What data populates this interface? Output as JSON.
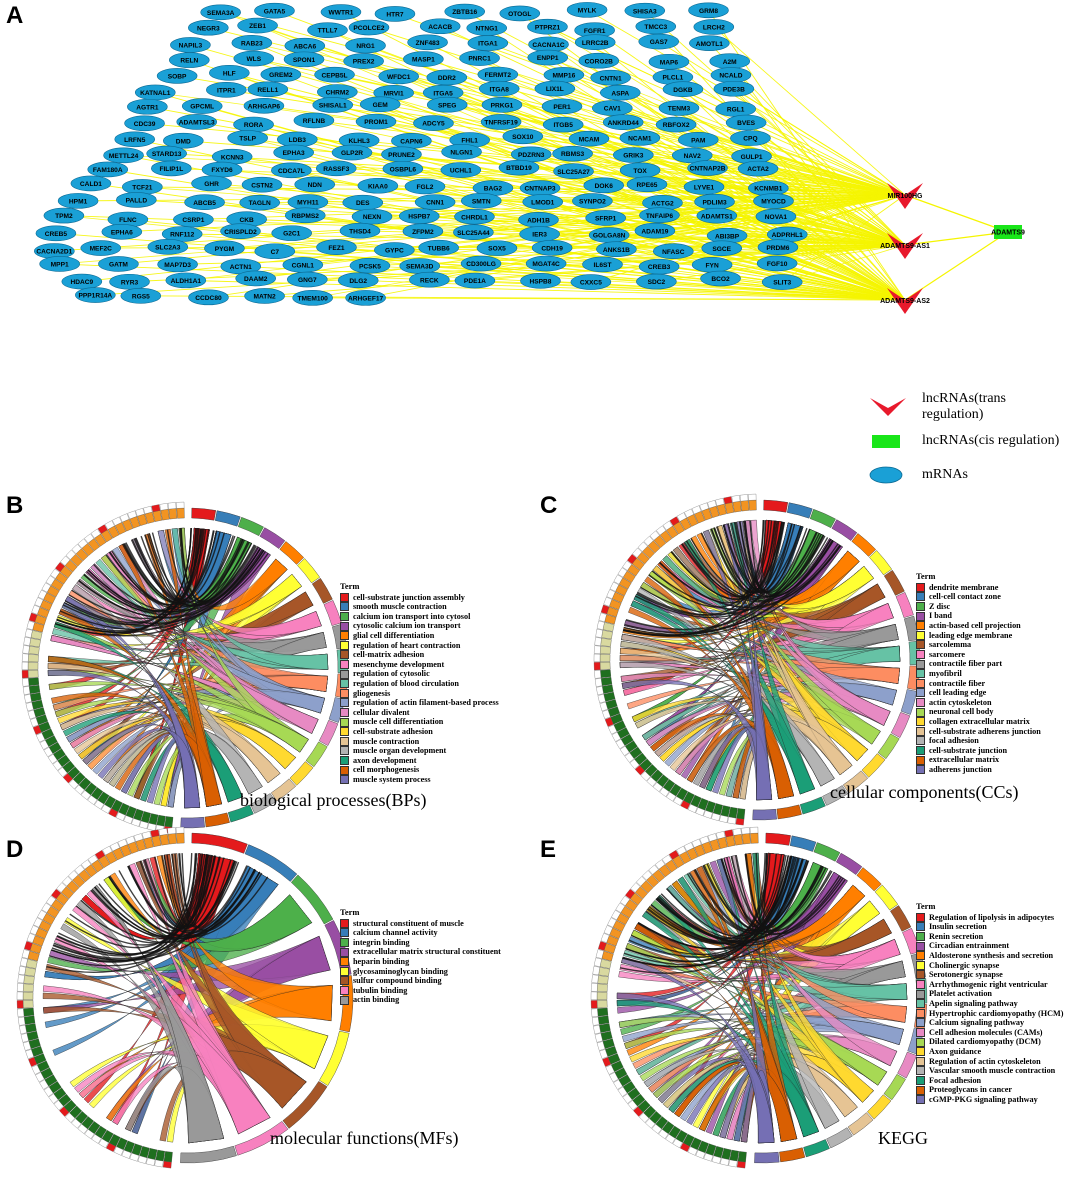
{
  "panel_a": {
    "letter": "A",
    "lncrnas": [
      {
        "label": "MIR100HG",
        "type": "trans"
      },
      {
        "label": "ADAMTS9-AS1",
        "type": "trans"
      },
      {
        "label": "ADAMTS9-AS2",
        "type": "trans"
      },
      {
        "label": "ADAMTS9",
        "type": "cis-target"
      }
    ],
    "mrnas": [
      "SEMA3A",
      "GATA5",
      "WWTR1",
      "HTR7",
      "ZBTB16",
      "OTOGL",
      "MYLK",
      "SHISA3",
      "GRM8",
      "NEGR3",
      "ZEB1",
      "TTLL7",
      "PCOLCE2",
      "ACACB",
      "NTNG1",
      "PTPRZ1",
      "FGFR1",
      "TMCC3",
      "LRCH2",
      "NAPIL3",
      "RAB23",
      "ABCA6",
      "NRG1",
      "ZNF483",
      "ITGA1",
      "CACNA1C",
      "LRRC2B",
      "GAS7",
      "AMOTL1",
      "RELN",
      "WLS",
      "SPON1",
      "PREX2",
      "MASP1",
      "PNRC1",
      "ENPP1",
      "CORO2B",
      "MAP6",
      "A2M",
      "SOBP",
      "HLF",
      "GREM2",
      "CEPB5L",
      "WFDC1",
      "DDR2",
      "FERMT2",
      "MMP16",
      "CNTN1",
      "PLCL1",
      "NCALD",
      "KATNAL1",
      "ITPR1",
      "RELL1",
      "CHRM2",
      "MRVI1",
      "ITGA5",
      "ITGA8",
      "LIX1L",
      "ASPA",
      "DGKB",
      "PDE3B",
      "AGTR1",
      "GPCML",
      "ARHGAP6",
      "SHISAL1",
      "GEM",
      "SPEG",
      "PRKG1",
      "PER1",
      "CAV1",
      "TENM3",
      "RGL1",
      "CDC39",
      "ADAMTSL3",
      "RORA",
      "RFLNB",
      "PROM1",
      "ADCY5",
      "TNFRSF19",
      "ITGB5",
      "ANKRD44",
      "RBFOX2",
      "BVES",
      "LRFN5",
      "DMD",
      "TSLP",
      "LDB3",
      "KLHL3",
      "CAPN6",
      "FHL1",
      "SOX10",
      "MCAM",
      "NCAM1",
      "PAM",
      "CPQ",
      "METTL24",
      "STARD13",
      "KCNN3",
      "EPHA3",
      "GLP2R",
      "PRUNE2",
      "NLGN1",
      "PDZRN3",
      "RBMS3",
      "GRIK3",
      "NAV2",
      "GULP1",
      "FAM180A",
      "FILIP1L",
      "FXYD6",
      "CDCA7L",
      "RASSF3",
      "OSBPL6",
      "UCHL1",
      "BTBD19",
      "SLC25A27",
      "TOX",
      "CNTNAP2B",
      "ACTA2",
      "CALD1",
      "TCF21",
      "GHR",
      "CSTN2",
      "NDN",
      "KIAA0",
      "FGL2",
      "BAG2",
      "CNTNAP3",
      "DOK6",
      "RPE65",
      "LYVE1",
      "KCNMB1",
      "HPM1",
      "PALLD",
      "ABCB5",
      "TAGLN",
      "MYH11",
      "DES",
      "CNN1",
      "SMTN",
      "LMOD1",
      "SYNPO2",
      "ACTG2",
      "PDLIM3",
      "MYOCD",
      "TPM2",
      "FLNC",
      "CSRP1",
      "CKB",
      "RBPMS2",
      "NEXN",
      "HSPB7",
      "CHRDL1",
      "ADH1B",
      "SFRP1",
      "TNFAIP6",
      "ADAMTS1",
      "NOVA1",
      "CREB5",
      "EPHA6",
      "RNF112",
      "CRISPLD2",
      "G2C1",
      "THSD4",
      "ZFPM2",
      "SLC25A44",
      "IER3",
      "GOLGA8N",
      "ADAM19",
      "ABI3BP",
      "ADPRHL1",
      "CACNA2D1",
      "MEF2C",
      "SLC2A3",
      "PYGM",
      "C7",
      "FEZ1",
      "GYPC",
      "TUBB6",
      "SOX5",
      "CDH19",
      "ANKS1B",
      "NFASC",
      "SGCE",
      "PRDM6",
      "MPP1",
      "GATM",
      "MAP7D3",
      "ACTN1",
      "CGNL1",
      "PCSK5",
      "SEMA3D",
      "CD300LG",
      "MGAT4C",
      "IL6ST",
      "CREB3",
      "FYN",
      "FGF10",
      "HDAC9",
      "RYR3",
      "ALDH1A1",
      "DAAM2",
      "GNG7",
      "DLG2",
      "RECK",
      "PDE1A",
      "HSPB8",
      "CXXC5",
      "SDC2",
      "BCO2",
      "SLIT3",
      "PPP1R14A",
      "RGS5",
      "CCDC80",
      "MATN2",
      "TMEM100",
      "ARHGEF17"
    ],
    "legend": [
      {
        "label": "lncRNAs(trans regulation)",
        "symbol": "red-chevron",
        "color": "#e8192c"
      },
      {
        "label": "lncRNAs(cis regulation)",
        "symbol": "green-rect",
        "color": "#19e619"
      },
      {
        "label": "mRNAs",
        "symbol": "blue-ellipse",
        "color": "#1aa0d6"
      }
    ]
  },
  "panels": [
    {
      "letter": "B",
      "caption": "biological processes(BPs)",
      "term_title": "Term",
      "terms": [
        "cell-substrate junction assembly",
        "smooth muscle contraction",
        "calcium ion transport into cytosol",
        "cytosolic calcium ion transport",
        "glial cell differentiation",
        "regulation of heart contraction",
        "cell-matrix adhesion",
        "mesenchyme development",
        "regulation of cytosolic",
        "regulation of blood circulation",
        "gliogenesis",
        "regulation of actin filament-based process",
        "cellular divalent",
        "muscle cell differentiation",
        "cell-substrate adhesion",
        "muscle contraction",
        "muscle organ development",
        "axon development",
        "cell morphogenesis",
        "muscle system process"
      ]
    },
    {
      "letter": "C",
      "caption": "cellular components(CCs)",
      "term_title": "Term",
      "terms": [
        "dendrite membrane",
        "cell-cell contact zone",
        "Z disc",
        "I band",
        "actin-based cell projection",
        "leading edge membrane",
        "sarcolemma",
        "sarcomere",
        "contractile fiber part",
        "myofibril",
        "contractile fiber",
        "cell leading edge",
        "actin cytoskeleton",
        "neuronal cell body",
        "collagen extracellular matrix",
        "cell-substrate adherens junction",
        "focal adhesion",
        "cell-substrate junction",
        "extracellular matrix",
        "adherens junction"
      ]
    },
    {
      "letter": "D",
      "caption": "molecular functions(MFs)",
      "term_title": "Term",
      "terms": [
        "structural constituent of muscle",
        "calcium channel activity",
        "integrin binding",
        "extracellular matrix structural constituent",
        "heparin binding",
        "glycosaminoglycan binding",
        "sulfur compound binding",
        "tubulin binding",
        "actin binding"
      ]
    },
    {
      "letter": "E",
      "caption": "KEGG",
      "term_title": "Term",
      "terms": [
        "Regulation of lipolysis in adipocytes",
        "Insulin secretion",
        "Renin secretion",
        "Circadian entrainment",
        "Aldosterone synthesis and secretion",
        "Cholinergic synapse",
        "Serotonergic synapse",
        "Arrhythmogenic right ventricular",
        "Platelet activation",
        "Apelin signaling pathway",
        "Hypertrophic cardiomyopathy (HCM)",
        "Calcium signaling pathway",
        "Cell adhesion molecules (CAMs)",
        "Dilated cardiomyopathy (DCM)",
        "Axon guidance",
        "Regulation of actin cytoskeleton",
        "Vascular smooth muscle contraction",
        "Focal adhesion",
        "Proteoglycans in cancer",
        "cGMP-PKG signaling pathway"
      ]
    }
  ],
  "colors": {
    "edge": "#f5f500",
    "mrna": "#1aa0d6",
    "lnc_trans": "#e8192c",
    "lnc_cis": "#19e619",
    "palette": [
      "#e41a1c",
      "#377eb8",
      "#4daf4a",
      "#984ea3",
      "#ff7f00",
      "#ffff33",
      "#a65628",
      "#f781bf",
      "#999999",
      "#66c2a5",
      "#fc8d62",
      "#8da0cb",
      "#e78ac3",
      "#a6d854",
      "#ffd92f",
      "#e5c494",
      "#b3b3b3",
      "#1b9e77",
      "#d95f02",
      "#7570b3"
    ]
  }
}
